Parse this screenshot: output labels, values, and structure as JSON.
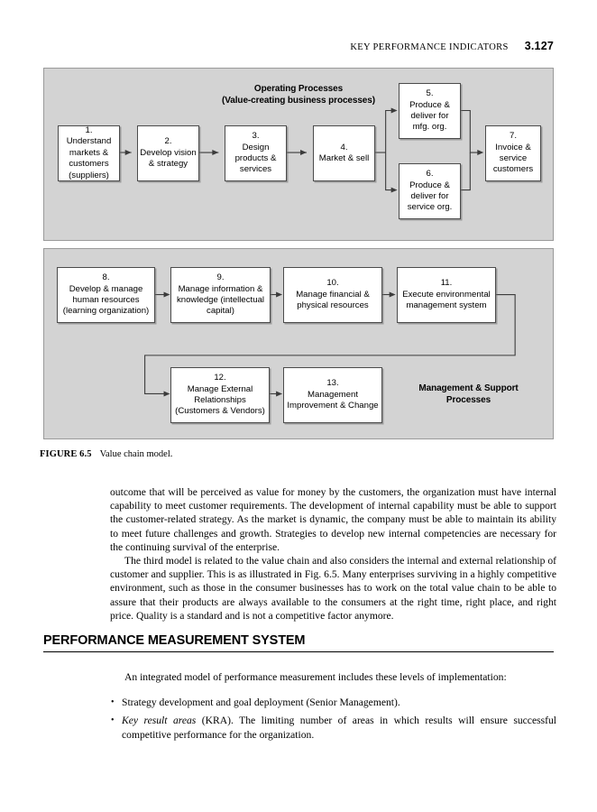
{
  "running_head": {
    "title": "KEY PERFORMANCE INDICATORS",
    "folio": "3.127"
  },
  "figure": {
    "caption_label": "FIGURE 6.5",
    "caption_text": "Value chain model.",
    "panel_operating": {
      "title_line1": "Operating Processes",
      "title_line2": "(Value-creating business processes)",
      "boxes": [
        {
          "num": "1.",
          "text": "Understand markets & customers (suppliers)"
        },
        {
          "num": "2.",
          "text": "Develop vision & strategy"
        },
        {
          "num": "3.",
          "text": "Design products & services"
        },
        {
          "num": "4.",
          "text": "Market & sell"
        },
        {
          "num": "5.",
          "text": "Produce & deliver for mfg. org."
        },
        {
          "num": "6.",
          "text": "Produce & deliver for service org."
        },
        {
          "num": "7.",
          "text": "Invoice & service customers"
        }
      ]
    },
    "panel_support": {
      "title_line1": "Management & Support",
      "title_line2": "Processes",
      "boxes": [
        {
          "num": "8.",
          "text": "Develop & manage human resources (learning organization)"
        },
        {
          "num": "9.",
          "text": "Manage information & knowledge (intellectual capital)"
        },
        {
          "num": "10.",
          "text": "Manage financial & physical resources"
        },
        {
          "num": "11.",
          "text": "Execute environmental management system"
        },
        {
          "num": "12.",
          "text": "Manage External Relationships (Customers & Vendors)"
        },
        {
          "num": "13.",
          "text": "Management Improvement & Change"
        }
      ]
    }
  },
  "body": {
    "para1": "outcome that will be perceived as value for money by the customers, the organization must have internal capability to meet customer requirements. The development of internal capability must be able to support the customer-related strategy. As the market is dynamic, the company must be able to maintain its ability to meet future challenges and growth. Strategies to develop new internal competencies are necessary for the continuing survival of the enterprise.",
    "para2": "The third model is related to the value chain and also considers the internal and external relationship of customer and supplier. This is as illustrated in Fig. 6.5. Many enterprises surviving in a highly competitive environment, such as those in the consumer businesses has to work on the total value chain to be able to assure that their products are always available to the consumers at the right time, right place, and right price. Quality is a standard and is not a competitive factor anymore."
  },
  "section": {
    "heading": "PERFORMANCE MEASUREMENT SYSTEM",
    "intro": "An integrated model of performance measurement includes these levels of implementation:",
    "bullets": [
      {
        "italic_lead": "",
        "text": "Strategy development and goal deployment (Senior Management)."
      },
      {
        "italic_lead": "Key result areas",
        "text": " (KRA). The limiting number of areas in which results will ensure successful competitive performance for the organization."
      }
    ]
  },
  "colors": {
    "panel_background": "#d3d3d3",
    "panel_border": "#9a9a9a",
    "box_border": "#4b4b4b",
    "box_fill": "#ffffff",
    "text": "#000000"
  }
}
